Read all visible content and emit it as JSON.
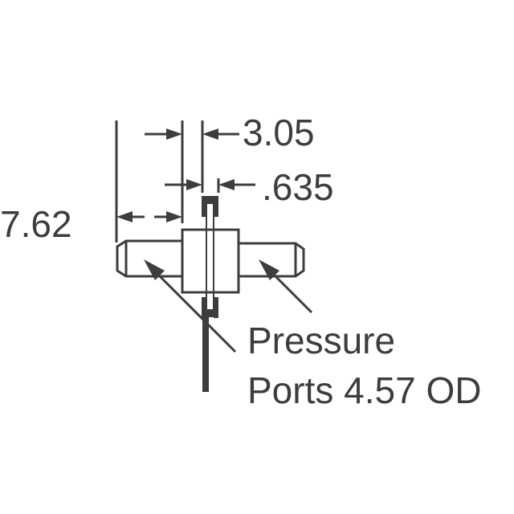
{
  "diagram": {
    "type": "mechanical-drawing",
    "subject": "pressure sensor side view",
    "line_color": "#3d3d3f",
    "background": "#ffffff",
    "dimensions": {
      "overall_width": "7.62",
      "body_width": "3.05",
      "lead_thickness": ".635"
    },
    "callout": {
      "line1": "Pressure",
      "line2": "Ports 4.57 OD"
    }
  }
}
